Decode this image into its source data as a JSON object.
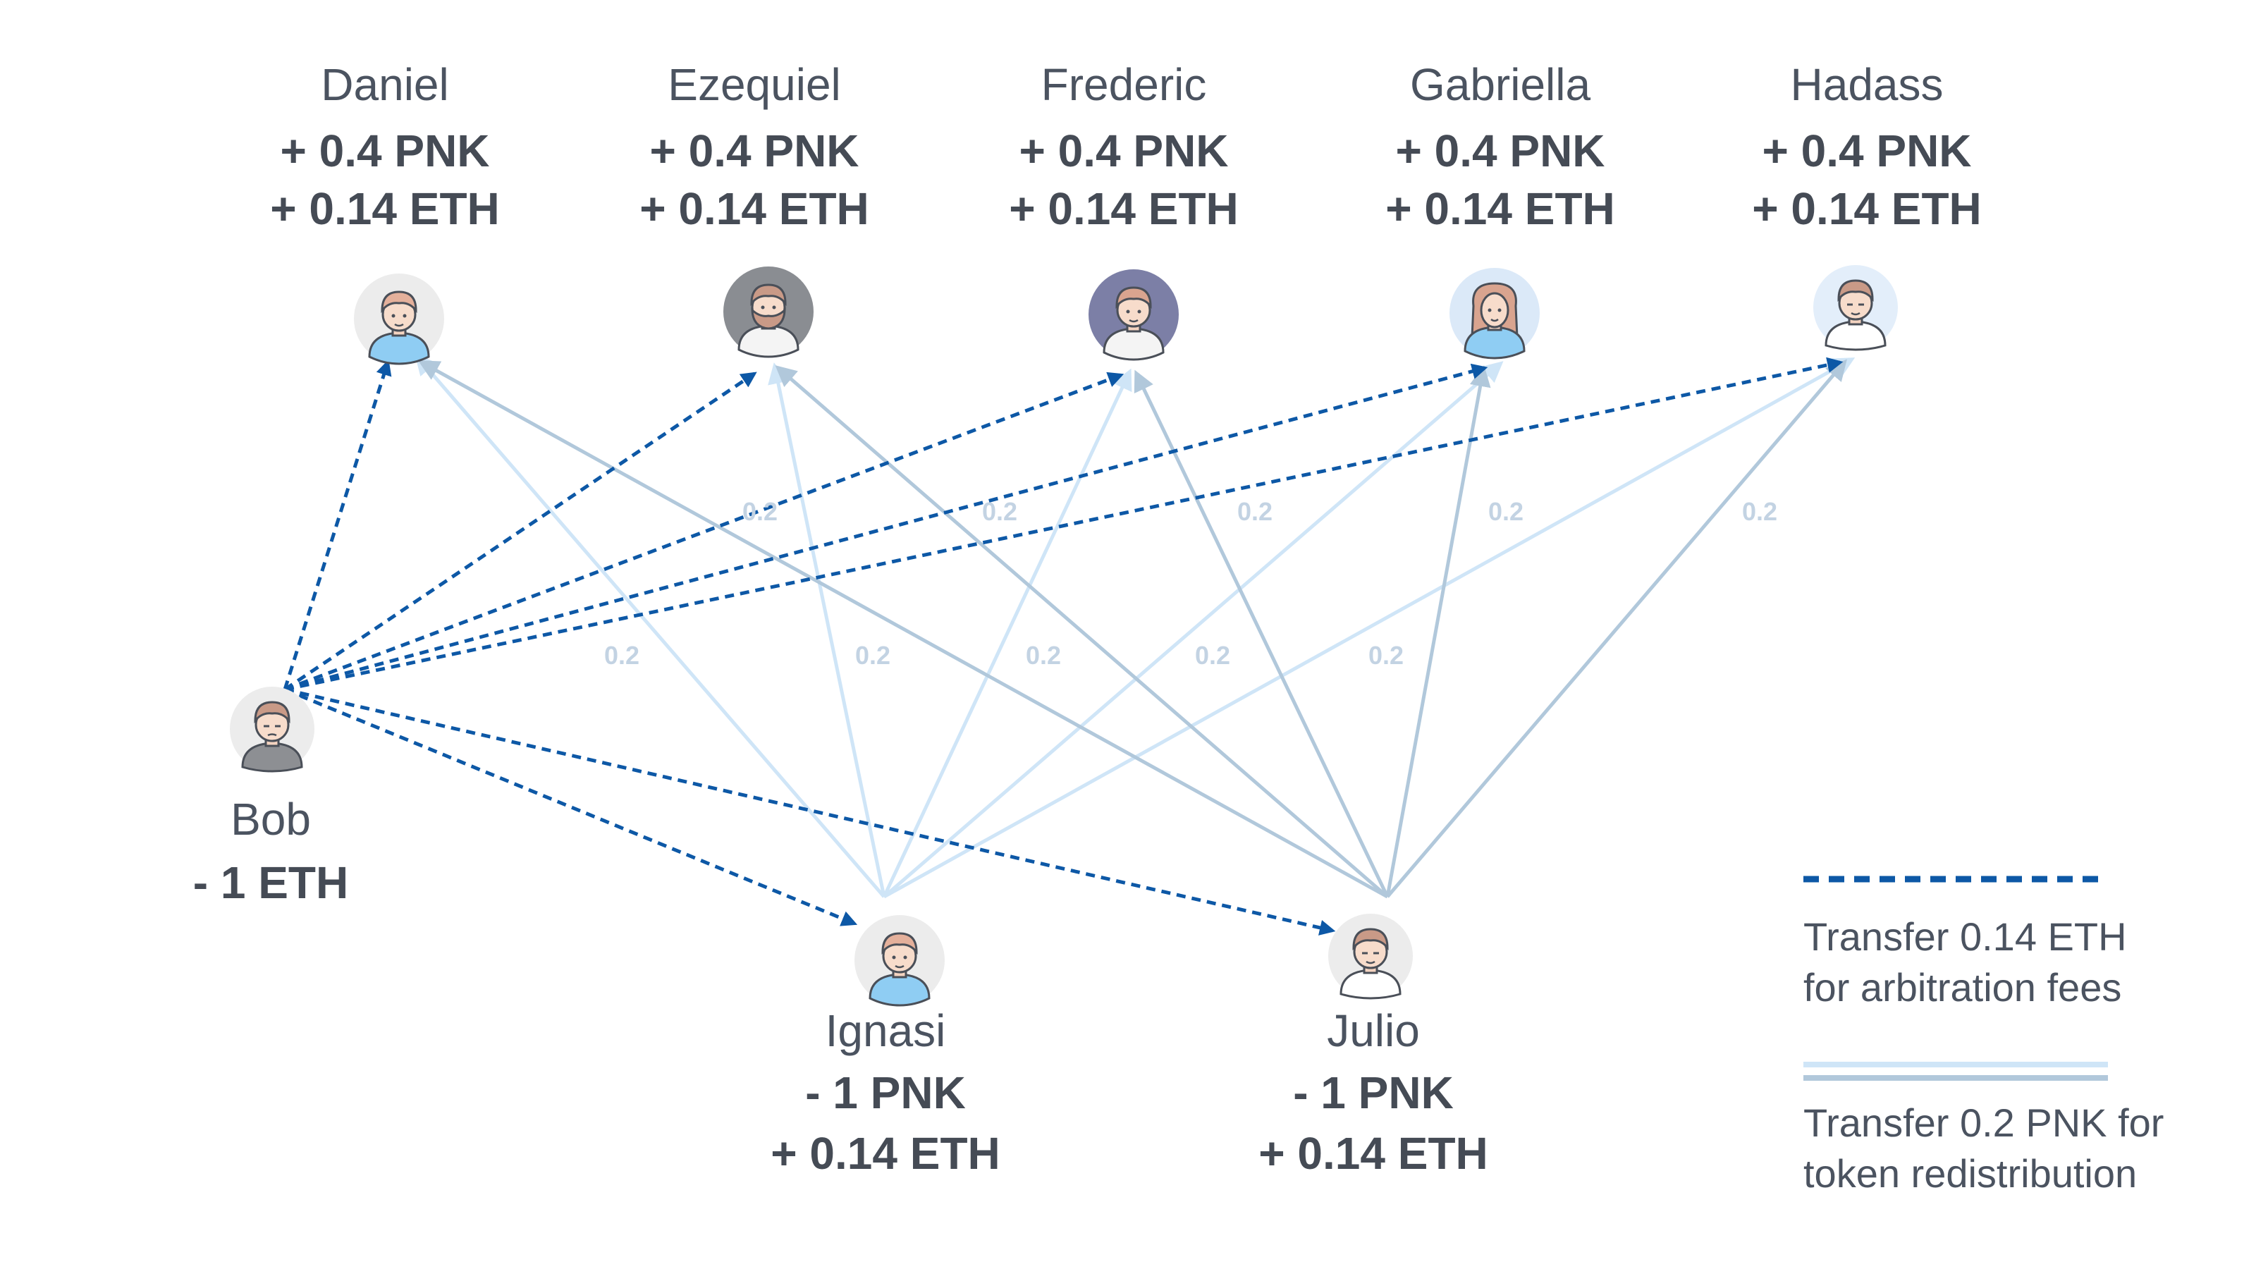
{
  "colors": {
    "eth": "#0d58a6",
    "pnk_light": "#cfe5f7",
    "pnk_dark": "#b1c8db",
    "label": "#c3d3e3",
    "text": "#4b5360"
  },
  "participants": [
    {
      "id": "daniel",
      "name": "Daniel",
      "lines": [
        "+ 0.4 PNK",
        "+ 0.14 ETH"
      ],
      "avatar": "man-blue-shirt"
    },
    {
      "id": "ezequiel",
      "name": "Ezequiel",
      "lines": [
        "+ 0.4 PNK",
        "+ 0.14 ETH"
      ],
      "avatar": "bearded-man-gray"
    },
    {
      "id": "frederic",
      "name": "Frederic",
      "lines": [
        "+ 0.4 PNK",
        "+ 0.14 ETH"
      ],
      "avatar": "man-purple-bg"
    },
    {
      "id": "gabriella",
      "name": "Gabriella",
      "lines": [
        "+ 0.4 PNK",
        "+ 0.14 ETH"
      ],
      "avatar": "woman-long-hair"
    },
    {
      "id": "hadass",
      "name": "Hadass",
      "lines": [
        "+ 0.4 PNK",
        "+ 0.14 ETH"
      ],
      "avatar": "man-white-shirt"
    },
    {
      "id": "bob",
      "name": "Bob",
      "lines": [
        "- 1 ETH"
      ],
      "avatar": "man-gray-shirt"
    },
    {
      "id": "ignasi",
      "name": "Ignasi",
      "lines": [
        "- 1 PNK",
        "+ 0.14 ETH"
      ],
      "avatar": "man-blue-shirt"
    },
    {
      "id": "julio",
      "name": "Julio",
      "lines": [
        "- 1 PNK",
        "+ 0.14 ETH"
      ],
      "avatar": "man-white-shirt"
    }
  ],
  "edge_labels": [
    "0.2",
    "0.2",
    "0.2",
    "0.2",
    "0.2",
    "0.2",
    "0.2",
    "0.2",
    "0.2",
    "0.2"
  ],
  "legend": {
    "eth_line1": "Transfer 0.14 ETH",
    "eth_line2": "for arbitration fees",
    "pnk_line1": "Transfer 0.2 PNK for",
    "pnk_line2": "token redistribution"
  }
}
